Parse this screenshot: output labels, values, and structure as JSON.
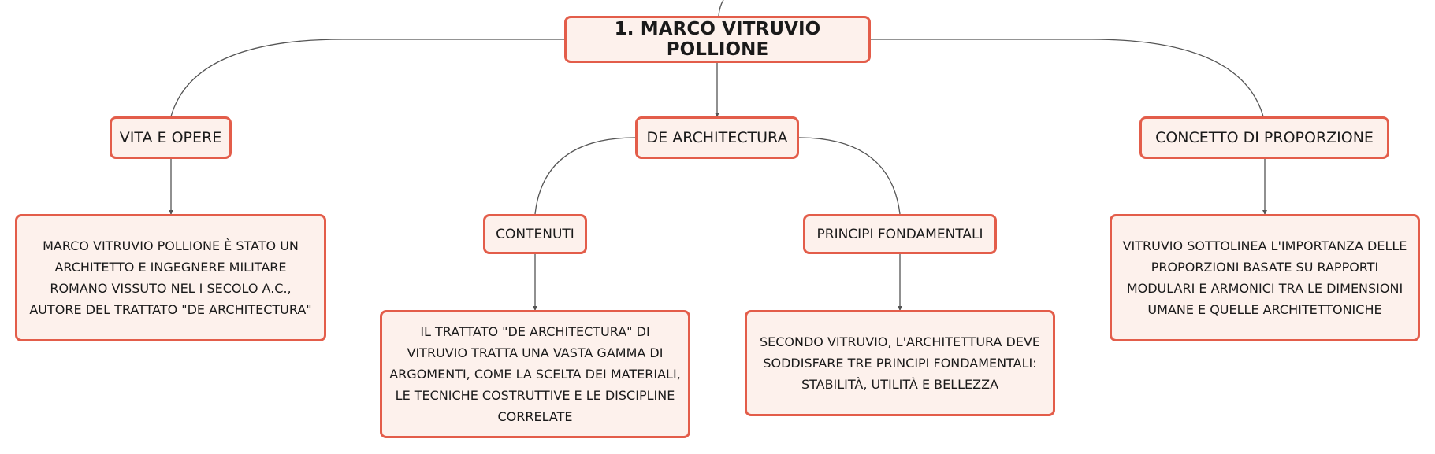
{
  "mindmap": {
    "root": {
      "label": "1. MARCO VITRUVIO POLLIONE"
    },
    "topics": {
      "vita": {
        "label": "VITA E OPERE",
        "detail": "MARCO VITRUVIO POLLIONE È STATO UN\nARCHITETTO E INGEGNERE MILITARE\nROMANO VISSUTO NEL I SECOLO A.C.,\nAUTORE DEL TRATTATO \"DE ARCHITECTURA\""
      },
      "de_architectura": {
        "label": "DE ARCHITECTURA",
        "contenuti": {
          "label": "CONTENUTI",
          "detail": "IL TRATTATO \"DE ARCHITECTURA\" DI\nVITRUVIO TRATTA UNA VASTA GAMMA DI\nARGOMENTI, COME LA SCELTA DEI MATERIALI,\nLE TECNICHE COSTRUTTIVE E LE DISCIPLINE\nCORRELATE"
        },
        "principi": {
          "label": "PRINCIPI FONDAMENTALI",
          "detail": "SECONDO VITRUVIO, L'ARCHITETTURA DEVE\nSODDISFARE TRE PRINCIPI FONDAMENTALI:\nSTABILITÀ, UTILITÀ E BELLEZZA"
        }
      },
      "proporzione": {
        "label": "CONCETTO DI PROPORZIONE",
        "detail": "VITRUVIO SOTTOLINEA L'IMPORTANZA DELLE\nPROPORZIONI BASATE SU RAPPORTI\nMODULARI E ARMONICI TRA LE DIMENSIONI\nUMANE E QUELLE ARCHITETTONICHE"
      }
    },
    "colors": {
      "node_fill": "#fdf1ec",
      "node_border": "#e35d4a",
      "connector": "#555555"
    }
  }
}
